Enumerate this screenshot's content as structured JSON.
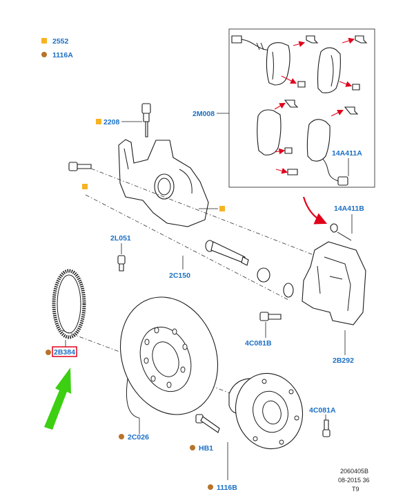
{
  "legend": {
    "square_code": "2552",
    "circle_code": "1116A",
    "square_color": "#f5b324",
    "circle_color": "#b8722a"
  },
  "labels": {
    "l2208": "2208",
    "l2M008": "2M008",
    "l14A411A": "14A411A",
    "l14A411B": "14A411B",
    "l2L051": "2L051",
    "l2C150": "2C150",
    "l4C081B": "4C081B",
    "l2B292": "2B292",
    "l2B384": "2B384",
    "l2C026": "2C026",
    "l4C081A": "4C081A",
    "lHB1": "HB1",
    "l1116B": "1116B"
  },
  "highlight": {
    "box_color": "#e0001b",
    "arrow_color": "#3ccf12",
    "red_arrow_color": "#e0001b"
  },
  "footer": {
    "line1": "2060405B",
    "line2": "08-2015 36",
    "line3": "T9"
  }
}
